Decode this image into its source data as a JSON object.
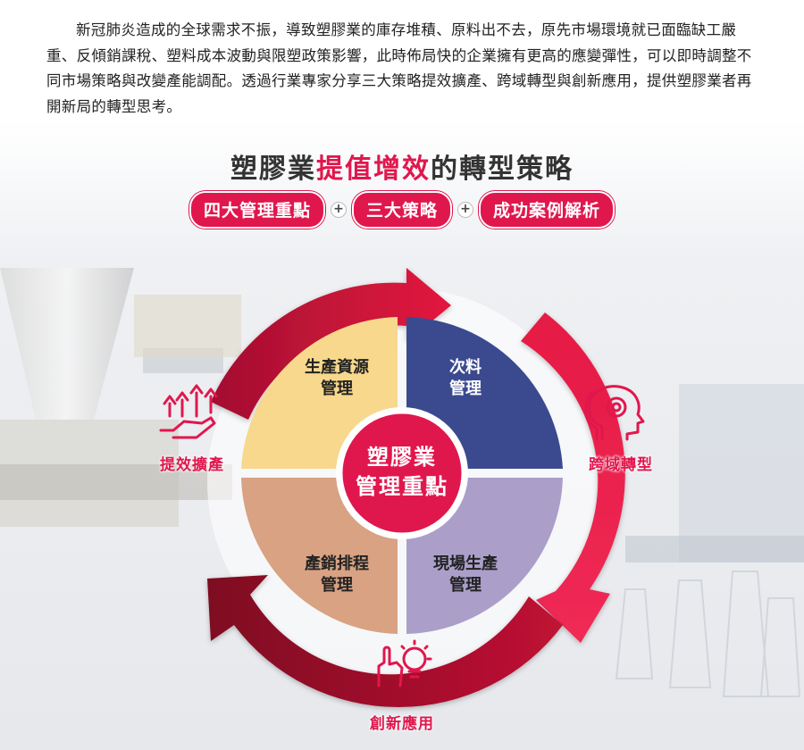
{
  "intro_text": "新冠肺炎造成的全球需求不振，導致塑膠業的庫存堆積、原料出不去，原先市場環境就已面臨缺工嚴重、反傾銷課稅、塑料成本波動與限塑政策影響，此時佈局快的企業擁有更高的應變彈性，可以即時調整不同市場策略與改變產能調配。透過行業專家分享三大策略提效擴產、跨域轉型與創新應用，提供塑膠業者再開新局的轉型思考。",
  "title": {
    "prefix": "塑膠業",
    "highlight": "提值增效",
    "suffix": "的轉型策略"
  },
  "tags": [
    "四大管理重點",
    "三大策略",
    "成功案例解析"
  ],
  "plus_symbol": "+",
  "center": {
    "line1": "塑膠業",
    "line2": "管理重點"
  },
  "quadrants": [
    {
      "line1": "生產資源",
      "line2": "管理",
      "color": "#f7d88c"
    },
    {
      "line1": "次料",
      "line2": "管理",
      "color": "#3b4a8f"
    },
    {
      "line1": "產銷排程",
      "line2": "管理",
      "color": "#d8a283"
    },
    {
      "line1": "現場生產",
      "line2": "管理",
      "color": "#ab9fc9"
    }
  ],
  "strategies": {
    "left": {
      "label": "提效擴產",
      "icon": "growth-hand-icon"
    },
    "right": {
      "label": "跨域轉型",
      "icon": "head-gear-icon"
    },
    "bottom": {
      "label": "創新應用",
      "icon": "hand-bulb-icon"
    }
  },
  "colors": {
    "accent": "#e0174d",
    "arc_dark": "#9e0f2e",
    "arc_bright": "#e8194a"
  }
}
